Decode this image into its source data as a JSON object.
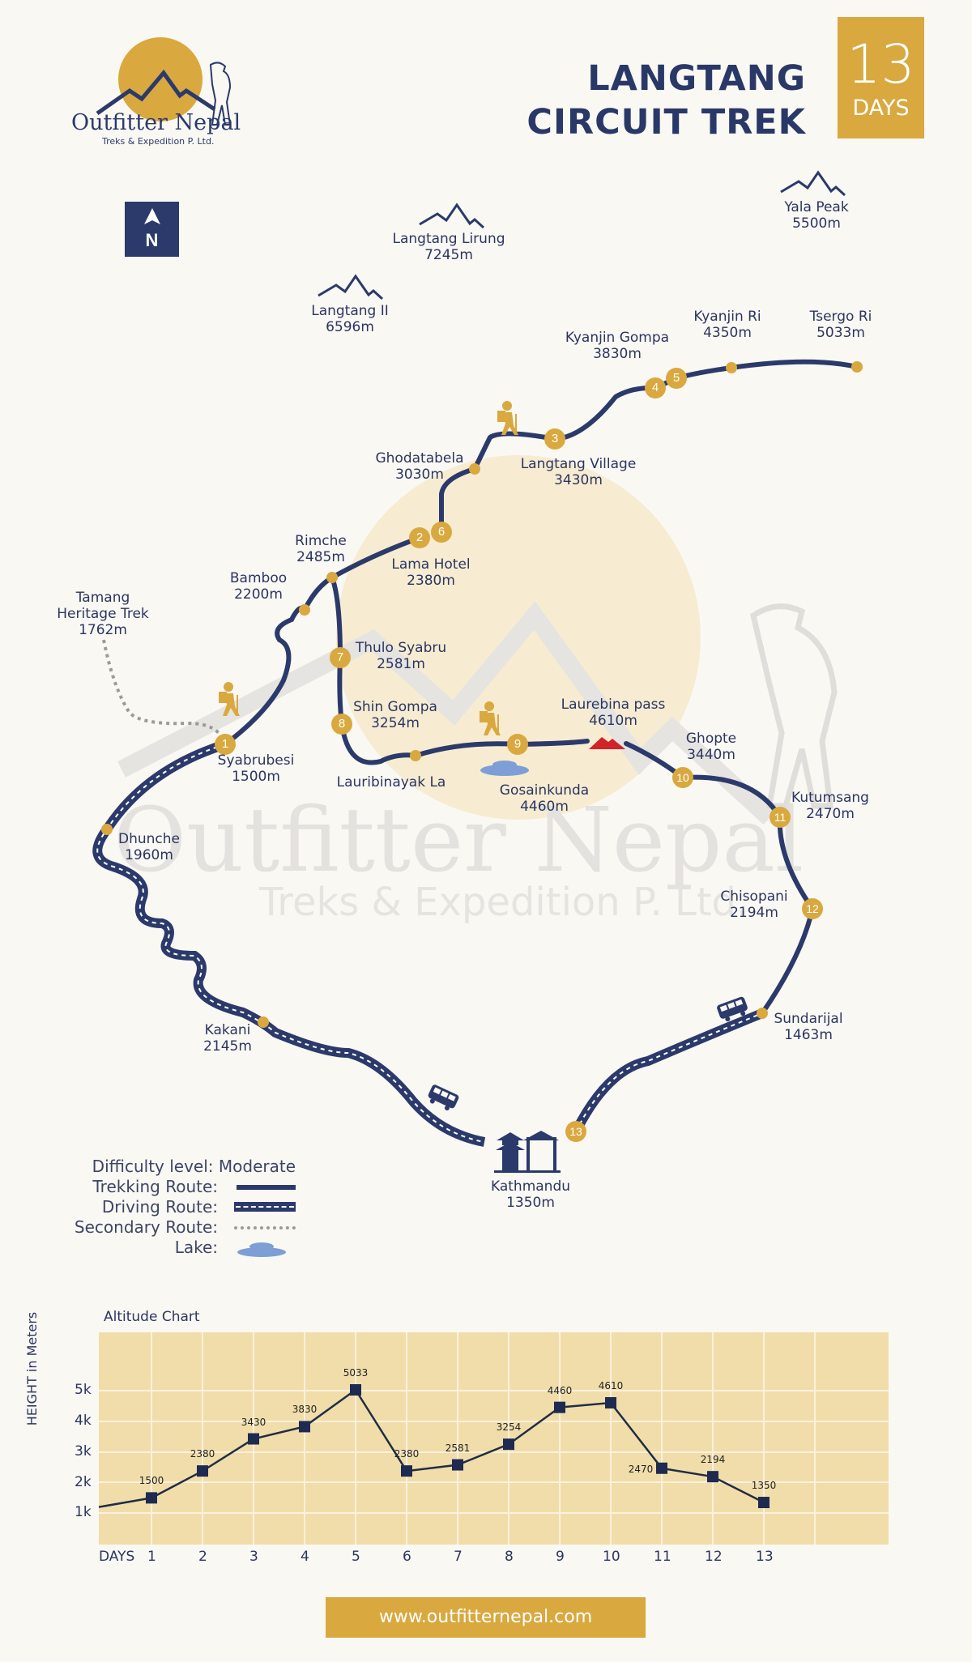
{
  "brand": {
    "name": "Outfitter Nepal",
    "tagline": "Treks & Expedition P. Ltd.",
    "website": "www.outfitternepal.com",
    "colors": {
      "navy": "#2b3a6b",
      "gold": "#d9a83f",
      "pass_red": "#d2232a",
      "lake_blue": "#7d9fd6",
      "background": "#faf8f3",
      "chart_bg": "#f0ddaa"
    }
  },
  "header": {
    "title_line1": "LANGTANG",
    "title_line2": "CIRCUIT TREK",
    "days_number": "13",
    "days_label": "DAYS"
  },
  "compass": {
    "label": "N",
    "icon": "north-arrow-icon"
  },
  "peaks": [
    {
      "name": "Langtang Lirung",
      "altitude": "7245m"
    },
    {
      "name": "Langtang II",
      "altitude": "6596m"
    },
    {
      "name": "Yala Peak",
      "altitude": "5500m"
    }
  ],
  "places": {
    "tsergo_ri": {
      "name": "Tsergo Ri",
      "altitude": "5033m"
    },
    "kyanjin_ri": {
      "name": "Kyanjin Ri",
      "altitude": "4350m"
    },
    "kyanjin_gompa": {
      "name": "Kyanjin Gompa",
      "altitude": "3830m"
    },
    "langtang_village": {
      "name": "Langtang Village",
      "altitude": "3430m"
    },
    "ghodatabela": {
      "name": "Ghodatabela",
      "altitude": "3030m"
    },
    "lama_hotel": {
      "name": "Lama Hotel",
      "altitude": "2380m"
    },
    "rimche": {
      "name": "Rimche",
      "altitude": "2485m"
    },
    "bamboo": {
      "name": "Bamboo",
      "altitude": "2200m"
    },
    "tamang": {
      "name_line1": "Tamang",
      "name_line2": "Heritage Trek",
      "altitude": "1762m"
    },
    "thulo_syabru": {
      "name": "Thulo Syabru",
      "altitude": "2581m"
    },
    "shin_gompa": {
      "name": "Shin Gompa",
      "altitude": "3254m"
    },
    "lauribinayak": {
      "name": "Lauribinayak La"
    },
    "gosainkunda": {
      "name": "Gosainkunda",
      "altitude": "4460m"
    },
    "laurebina_pass": {
      "name": "Laurebina pass",
      "altitude": "4610m"
    },
    "ghopte": {
      "name": "Ghopte",
      "altitude": "3440m"
    },
    "kutumsang": {
      "name": "Kutumsang",
      "altitude": "2470m"
    },
    "chisopani": {
      "name": "Chisopani",
      "altitude": "2194m"
    },
    "sundarijal": {
      "name": "Sundarijal",
      "altitude": "1463m"
    },
    "kathmandu": {
      "name": "Kathmandu",
      "altitude": "1350m"
    },
    "kakani": {
      "name": "Kakani",
      "altitude": "2145m"
    },
    "dhunche": {
      "name": "Dhunche",
      "altitude": "1960m"
    },
    "syabrubesi": {
      "name": "Syabrubesi",
      "altitude": "1500m"
    }
  },
  "day_markers": [
    "1",
    "2",
    "3",
    "4",
    "5",
    "6",
    "7",
    "8",
    "9",
    "10",
    "11",
    "12",
    "13"
  ],
  "legend": {
    "difficulty": "Difficulty level: Moderate",
    "trekking": "Trekking Route:",
    "driving": "Driving Route:",
    "secondary": "Secondary Route:",
    "lake": "Lake:"
  },
  "chart_data": {
    "type": "line",
    "title": "Altitude Chart",
    "xlabel": "DAYS",
    "ylabel": "HEIGHT in Meters",
    "categories": [
      "1",
      "2",
      "3",
      "4",
      "5",
      "6",
      "7",
      "8",
      "9",
      "10",
      "11",
      "12",
      "13"
    ],
    "values": [
      1500,
      2380,
      3430,
      3830,
      5033,
      2380,
      2581,
      3254,
      4460,
      4610,
      2470,
      2194,
      1350
    ],
    "y_ticks": [
      "1k",
      "2k",
      "3k",
      "4k",
      "5k"
    ],
    "ylim": [
      0,
      6000
    ],
    "grid": true,
    "marker": "square"
  }
}
